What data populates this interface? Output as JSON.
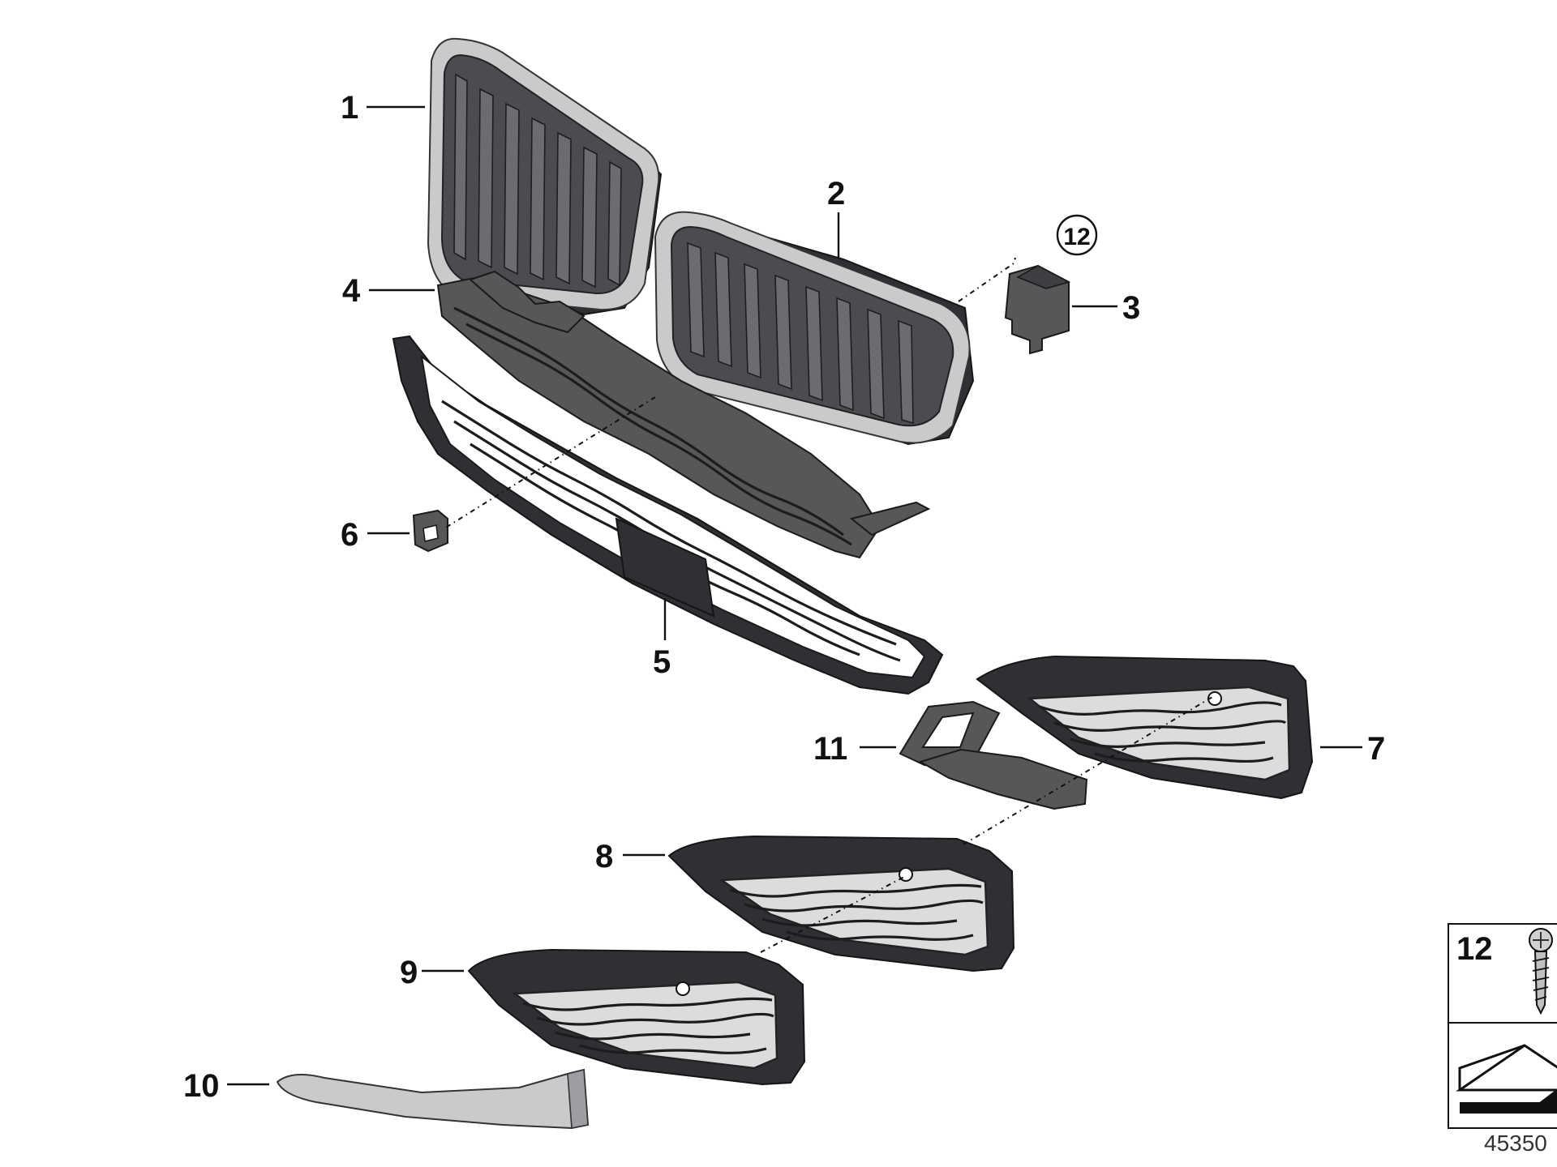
{
  "diagram": {
    "callouts": [
      "1",
      "2",
      "3",
      "4",
      "5",
      "6",
      "7",
      "8",
      "9",
      "10",
      "11",
      "12"
    ],
    "legend": {
      "number": "12",
      "screw_icon": "tapping-screw-icon",
      "wedge_icon": "bracket-wedge-icon"
    },
    "drawing_number": "45350"
  },
  "colors": {
    "line": "#111111",
    "part_dark": "#4a4c4f",
    "chrome": "#c9cacc"
  }
}
